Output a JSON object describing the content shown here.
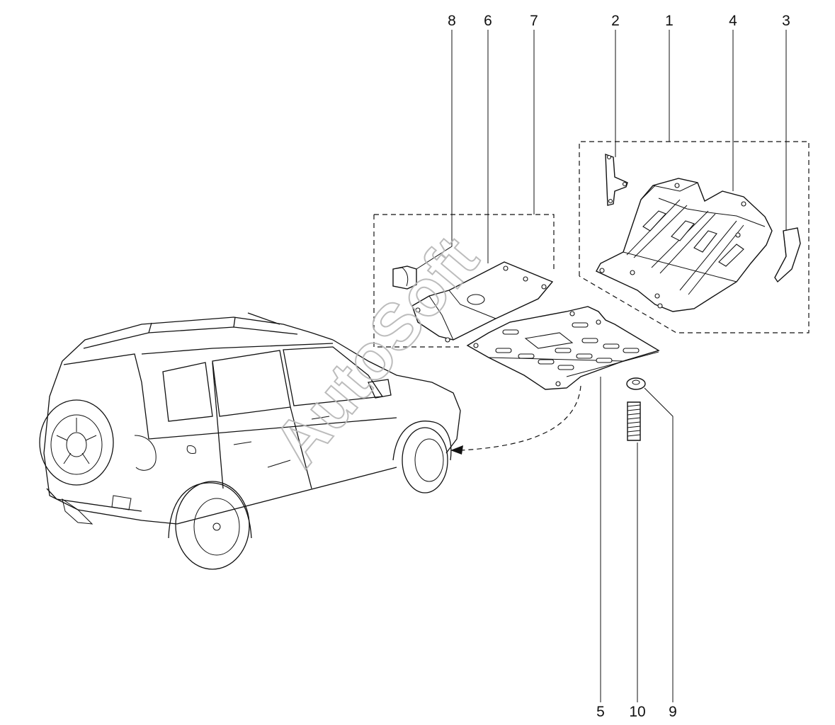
{
  "callouts": {
    "c1": "1",
    "c2": "2",
    "c3": "3",
    "c4": "4",
    "c5": "5",
    "c6": "6",
    "c7": "7",
    "c8": "8",
    "c9": "9",
    "c10": "10"
  },
  "watermark": "AutoSoft",
  "colors": {
    "line": "#111111",
    "background": "#ffffff",
    "watermark": "#b5b5b5"
  }
}
